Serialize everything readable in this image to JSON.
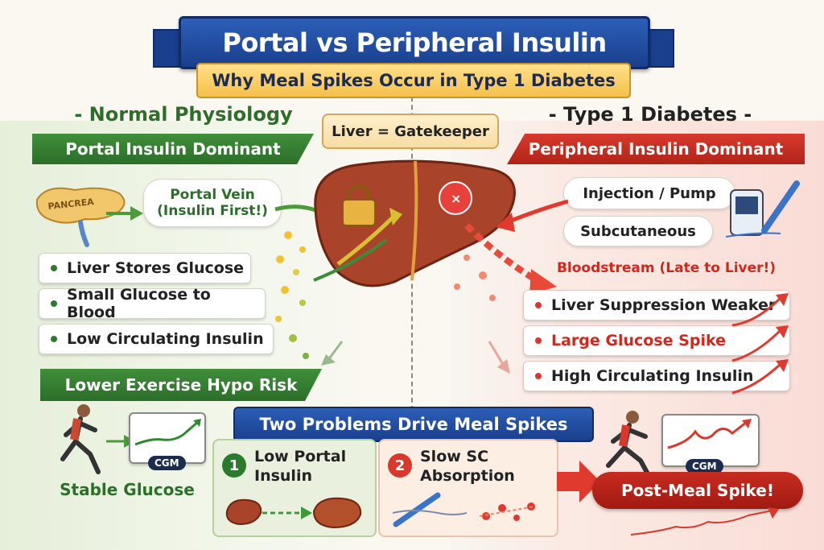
{
  "header": {
    "title": "Portal vs Peripheral Insulin",
    "subtitle": "Why Meal Spikes Occur in Type 1 Diabetes"
  },
  "center": {
    "gatekeeper": "Liver = Gatekeeper"
  },
  "left": {
    "heading": "- Normal Physiology -",
    "band": "Portal Insulin Dominant",
    "pancreas_label": "PANCREA",
    "portal_vein": "Portal Vein",
    "portal_vein_note": "(Insulin First!)",
    "points": [
      "Liver Stores Glucose",
      "Small Glucose to Blood",
      "Low Circulating Insulin"
    ],
    "exercise": "Lower Exercise Hypo Risk",
    "cgm": "CGM",
    "outcome": "Stable Glucose"
  },
  "right": {
    "heading": "- Type 1 Diabetes -",
    "band": "Peripheral Insulin Dominant",
    "injection": "Injection / Pump",
    "subcutaneous": "Subcutaneous",
    "bloodstream": "Bloodstream (Late to Liver!)",
    "points": [
      "Liver Suppression Weaker",
      "Large Glucose Spike",
      "High Circulating Insulin"
    ],
    "cgm": "CGM",
    "outcome": "Post-Meal Spike!"
  },
  "problems": {
    "title": "Two Problems Drive Meal Spikes",
    "items": [
      {
        "num": "1",
        "line1": "Low Portal",
        "line2": "Insulin"
      },
      {
        "num": "2",
        "line1": "Slow SC",
        "line2": "Absorption"
      }
    ]
  },
  "colors": {
    "blue": "#1a3f8c",
    "green": "#2c6e2a",
    "red": "#b02418",
    "gold": "#f5c04a"
  }
}
